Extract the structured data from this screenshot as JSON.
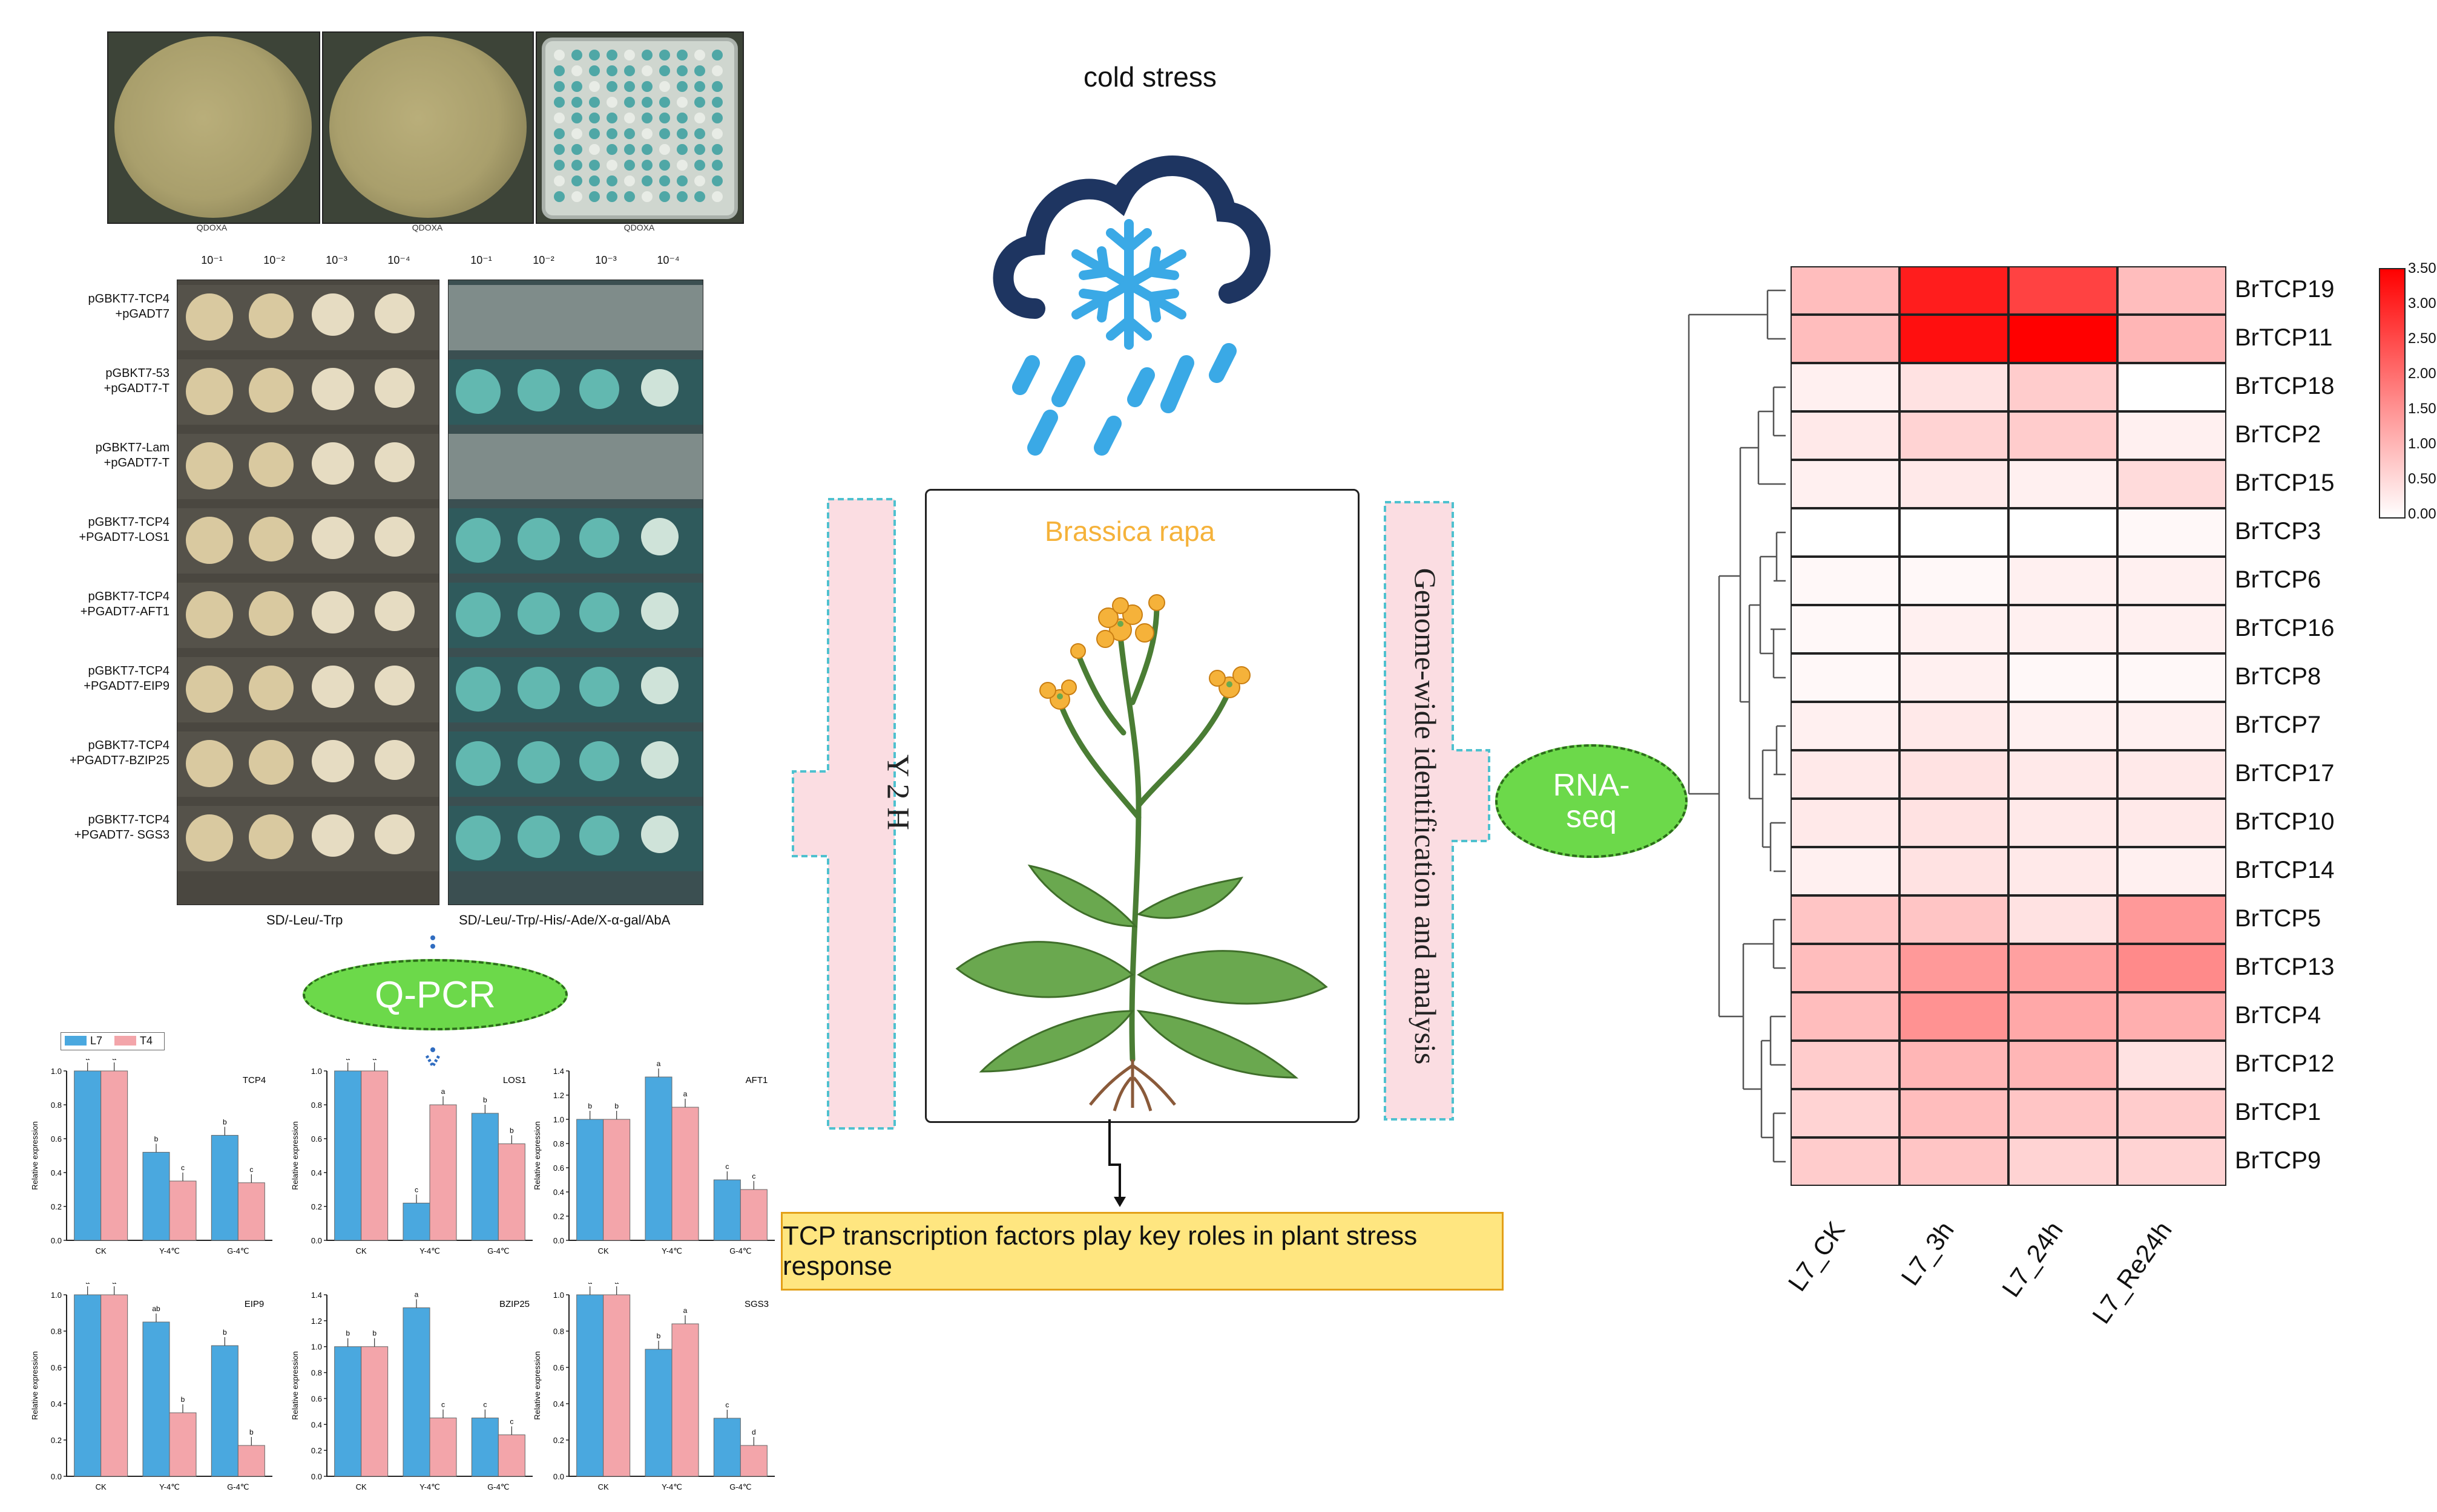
{
  "plates": {
    "captions": [
      "QDOXA",
      "QDOXA",
      "QDOXA"
    ]
  },
  "spot_assay": {
    "dilutions_left": [
      "10⁻¹",
      "10⁻²",
      "10⁻³",
      "10⁻⁴"
    ],
    "dilutions_right": [
      "10⁻¹",
      "10⁻²",
      "10⁻³",
      "10⁻⁴"
    ],
    "rows": [
      {
        "l1": "pGBKT7-TCP4",
        "l2": "+pGADT7",
        "growth": [
          0,
          0,
          0,
          0
        ]
      },
      {
        "l1": "pGBKT7-53",
        "l2": "+pGADT7-T",
        "growth": [
          1,
          1,
          1,
          1
        ]
      },
      {
        "l1": "pGBKT7-Lam",
        "l2": "+pGADT7-T",
        "growth": [
          0,
          0,
          0,
          0
        ]
      },
      {
        "l1": "pGBKT7-TCP4",
        "l2": "+PGADT7-LOS1",
        "growth": [
          1,
          1,
          1,
          1
        ]
      },
      {
        "l1": "pGBKT7-TCP4",
        "l2": "+PGADT7-AFT1",
        "growth": [
          1,
          1,
          1,
          1
        ]
      },
      {
        "l1": "pGBKT7-TCP4",
        "l2": "+PGADT7-EIP9",
        "growth": [
          1,
          1,
          1,
          1
        ]
      },
      {
        "l1": "pGBKT7-TCP4",
        "l2": "+PGADT7-BZIP25",
        "growth": [
          1,
          1,
          1,
          1
        ]
      },
      {
        "l1": "pGBKT7-TCP4",
        "l2": "+PGADT7- SGS3",
        "growth": [
          1,
          1,
          1,
          1
        ]
      }
    ],
    "left_label": "SD/-Leu/-Trp",
    "right_label": "SD/-Leu/-Trp/-His/-Ade/X-α-gal/AbA"
  },
  "qpcr": {
    "title": "Q-PCR",
    "legend": [
      "L7",
      "T4"
    ],
    "ylabel": "Relative expression",
    "colors": {
      "L7": "#4aa8df",
      "T4": "#f3a5aa"
    }
  },
  "chart_data": [
    {
      "type": "bar",
      "title": "TCP4",
      "categories": [
        "CK",
        "Y-4℃",
        "G-4℃"
      ],
      "series": [
        {
          "name": "L7",
          "values": [
            1.0,
            0.52,
            0.62
          ]
        },
        {
          "name": "T4",
          "values": [
            1.0,
            0.35,
            0.34
          ]
        }
      ],
      "letters": [
        [
          "a",
          "a"
        ],
        [
          "b",
          "c"
        ],
        [
          "b",
          "c"
        ]
      ],
      "ylim": [
        0,
        1.0
      ],
      "yticks": [
        "0.0",
        "0.2",
        "0.4",
        "0.6",
        "0.8",
        "1.0"
      ]
    },
    {
      "type": "bar",
      "title": "LOS1",
      "categories": [
        "CK",
        "Y-4℃",
        "G-4℃"
      ],
      "series": [
        {
          "name": "L7",
          "values": [
            1.0,
            0.22,
            0.75
          ]
        },
        {
          "name": "T4",
          "values": [
            1.0,
            0.8,
            0.57
          ]
        }
      ],
      "letters": [
        [
          "a",
          "a"
        ],
        [
          "c",
          "a"
        ],
        [
          "b",
          "b"
        ]
      ],
      "ylim": [
        0,
        1.0
      ],
      "yticks": [
        "0.0",
        "0.2",
        "0.4",
        "0.6",
        "0.8",
        "1.0"
      ]
    },
    {
      "type": "bar",
      "title": "AFT1",
      "categories": [
        "CK",
        "Y-4℃",
        "G-4℃"
      ],
      "series": [
        {
          "name": "L7",
          "values": [
            1.0,
            1.35,
            0.5
          ]
        },
        {
          "name": "T4",
          "values": [
            1.0,
            1.1,
            0.42
          ]
        }
      ],
      "letters": [
        [
          "b",
          "b"
        ],
        [
          "a",
          "a"
        ],
        [
          "c",
          "c"
        ]
      ],
      "ylim": [
        0,
        1.4
      ],
      "yticks": [
        "0.0",
        "0.2",
        "0.4",
        "0.6",
        "0.8",
        "1.0",
        "1.2",
        "1.4"
      ]
    },
    {
      "type": "bar",
      "title": "EIP9",
      "categories": [
        "CK",
        "Y-4℃",
        "G-4℃"
      ],
      "series": [
        {
          "name": "L7",
          "values": [
            1.0,
            0.85,
            0.72
          ]
        },
        {
          "name": "T4",
          "values": [
            1.0,
            0.35,
            0.17
          ]
        }
      ],
      "letters": [
        [
          "a",
          "a"
        ],
        [
          "ab",
          "b"
        ],
        [
          "b",
          "b"
        ]
      ],
      "ylim": [
        0,
        1.0
      ],
      "yticks": [
        "0.0",
        "0.2",
        "0.4",
        "0.6",
        "0.8",
        "1.0"
      ]
    },
    {
      "type": "bar",
      "title": "BZIP25",
      "categories": [
        "CK",
        "Y-4℃",
        "G-4℃"
      ],
      "series": [
        {
          "name": "L7",
          "values": [
            1.0,
            1.3,
            0.45
          ]
        },
        {
          "name": "T4",
          "values": [
            1.0,
            0.45,
            0.32
          ]
        }
      ],
      "letters": [
        [
          "b",
          "b"
        ],
        [
          "a",
          "c"
        ],
        [
          "c",
          "c"
        ]
      ],
      "ylim": [
        0,
        1.4
      ],
      "yticks": [
        "0.0",
        "0.2",
        "0.4",
        "0.6",
        "0.8",
        "1.0",
        "1.2",
        "1.4"
      ]
    },
    {
      "type": "bar",
      "title": "SGS3",
      "categories": [
        "CK",
        "Y-4℃",
        "G-4℃"
      ],
      "series": [
        {
          "name": "L7",
          "values": [
            1.0,
            0.7,
            0.32
          ]
        },
        {
          "name": "T4",
          "values": [
            1.0,
            0.84,
            0.17
          ]
        }
      ],
      "letters": [
        [
          "a",
          "a"
        ],
        [
          "b",
          "a"
        ],
        [
          "c",
          "d"
        ]
      ],
      "ylim": [
        0,
        1.0
      ],
      "yticks": [
        "0.0",
        "0.2",
        "0.4",
        "0.6",
        "0.8",
        "1.0"
      ]
    },
    {
      "type": "heatmap",
      "columns": [
        "L7_CK",
        "L7_3h",
        "L7_24h",
        "L7_Re24h"
      ],
      "rows": [
        "BrTCP19",
        "BrTCP11",
        "BrTCP18",
        "BrTCP2",
        "BrTCP15",
        "BrTCP3",
        "BrTCP6",
        "BrTCP16",
        "BrTCP8",
        "BrTCP7",
        "BrTCP17",
        "BrTCP10",
        "BrTCP14",
        "BrTCP5",
        "BrTCP13",
        "BrTCP4",
        "BrTCP12",
        "BrTCP1",
        "BrTCP9"
      ],
      "values": [
        [
          0.9,
          3.1,
          2.6,
          0.9
        ],
        [
          0.9,
          3.3,
          3.5,
          1.0
        ],
        [
          0.2,
          0.4,
          0.7,
          0.0
        ],
        [
          0.3,
          0.6,
          0.7,
          0.2
        ],
        [
          0.2,
          0.3,
          0.2,
          0.5
        ],
        [
          0.0,
          0.0,
          0.0,
          0.1
        ],
        [
          0.1,
          0.1,
          0.2,
          0.2
        ],
        [
          0.1,
          0.2,
          0.2,
          0.2
        ],
        [
          0.1,
          0.2,
          0.1,
          0.1
        ],
        [
          0.2,
          0.3,
          0.2,
          0.2
        ],
        [
          0.3,
          0.4,
          0.3,
          0.3
        ],
        [
          0.3,
          0.4,
          0.3,
          0.3
        ],
        [
          0.2,
          0.4,
          0.3,
          0.2
        ],
        [
          0.8,
          0.8,
          0.4,
          1.4
        ],
        [
          0.9,
          1.4,
          1.3,
          1.6
        ],
        [
          0.9,
          1.5,
          1.2,
          1.1
        ],
        [
          0.7,
          1.0,
          1.0,
          0.4
        ],
        [
          0.6,
          0.9,
          0.8,
          0.7
        ],
        [
          0.7,
          0.8,
          0.6,
          0.6
        ]
      ],
      "colorbar": [
        "3.50",
        "3.00",
        "2.50",
        "2.00",
        "1.50",
        "1.00",
        "0.50",
        "0.00"
      ],
      "vmin": 0,
      "vmax": 3.5
    }
  ],
  "center": {
    "cold_label": "cold stress",
    "species": "Brassica rapa",
    "y2h_label": "Y 2 H",
    "genome_label": "Genome-wide identification and analysis",
    "rnaseq_line1": "RNA-",
    "rnaseq_line2": "seq",
    "conclusion": "TCP transcription factors play key roles in plant stress response"
  },
  "colors": {
    "plant_green": "#5f9a3c",
    "flower_orange": "#f5b23a",
    "cloud_navy": "#1e3561",
    "snow_blue": "#3aa9e6",
    "pink_arrow": "#fbdde2",
    "heat_max": "#ff0000"
  }
}
